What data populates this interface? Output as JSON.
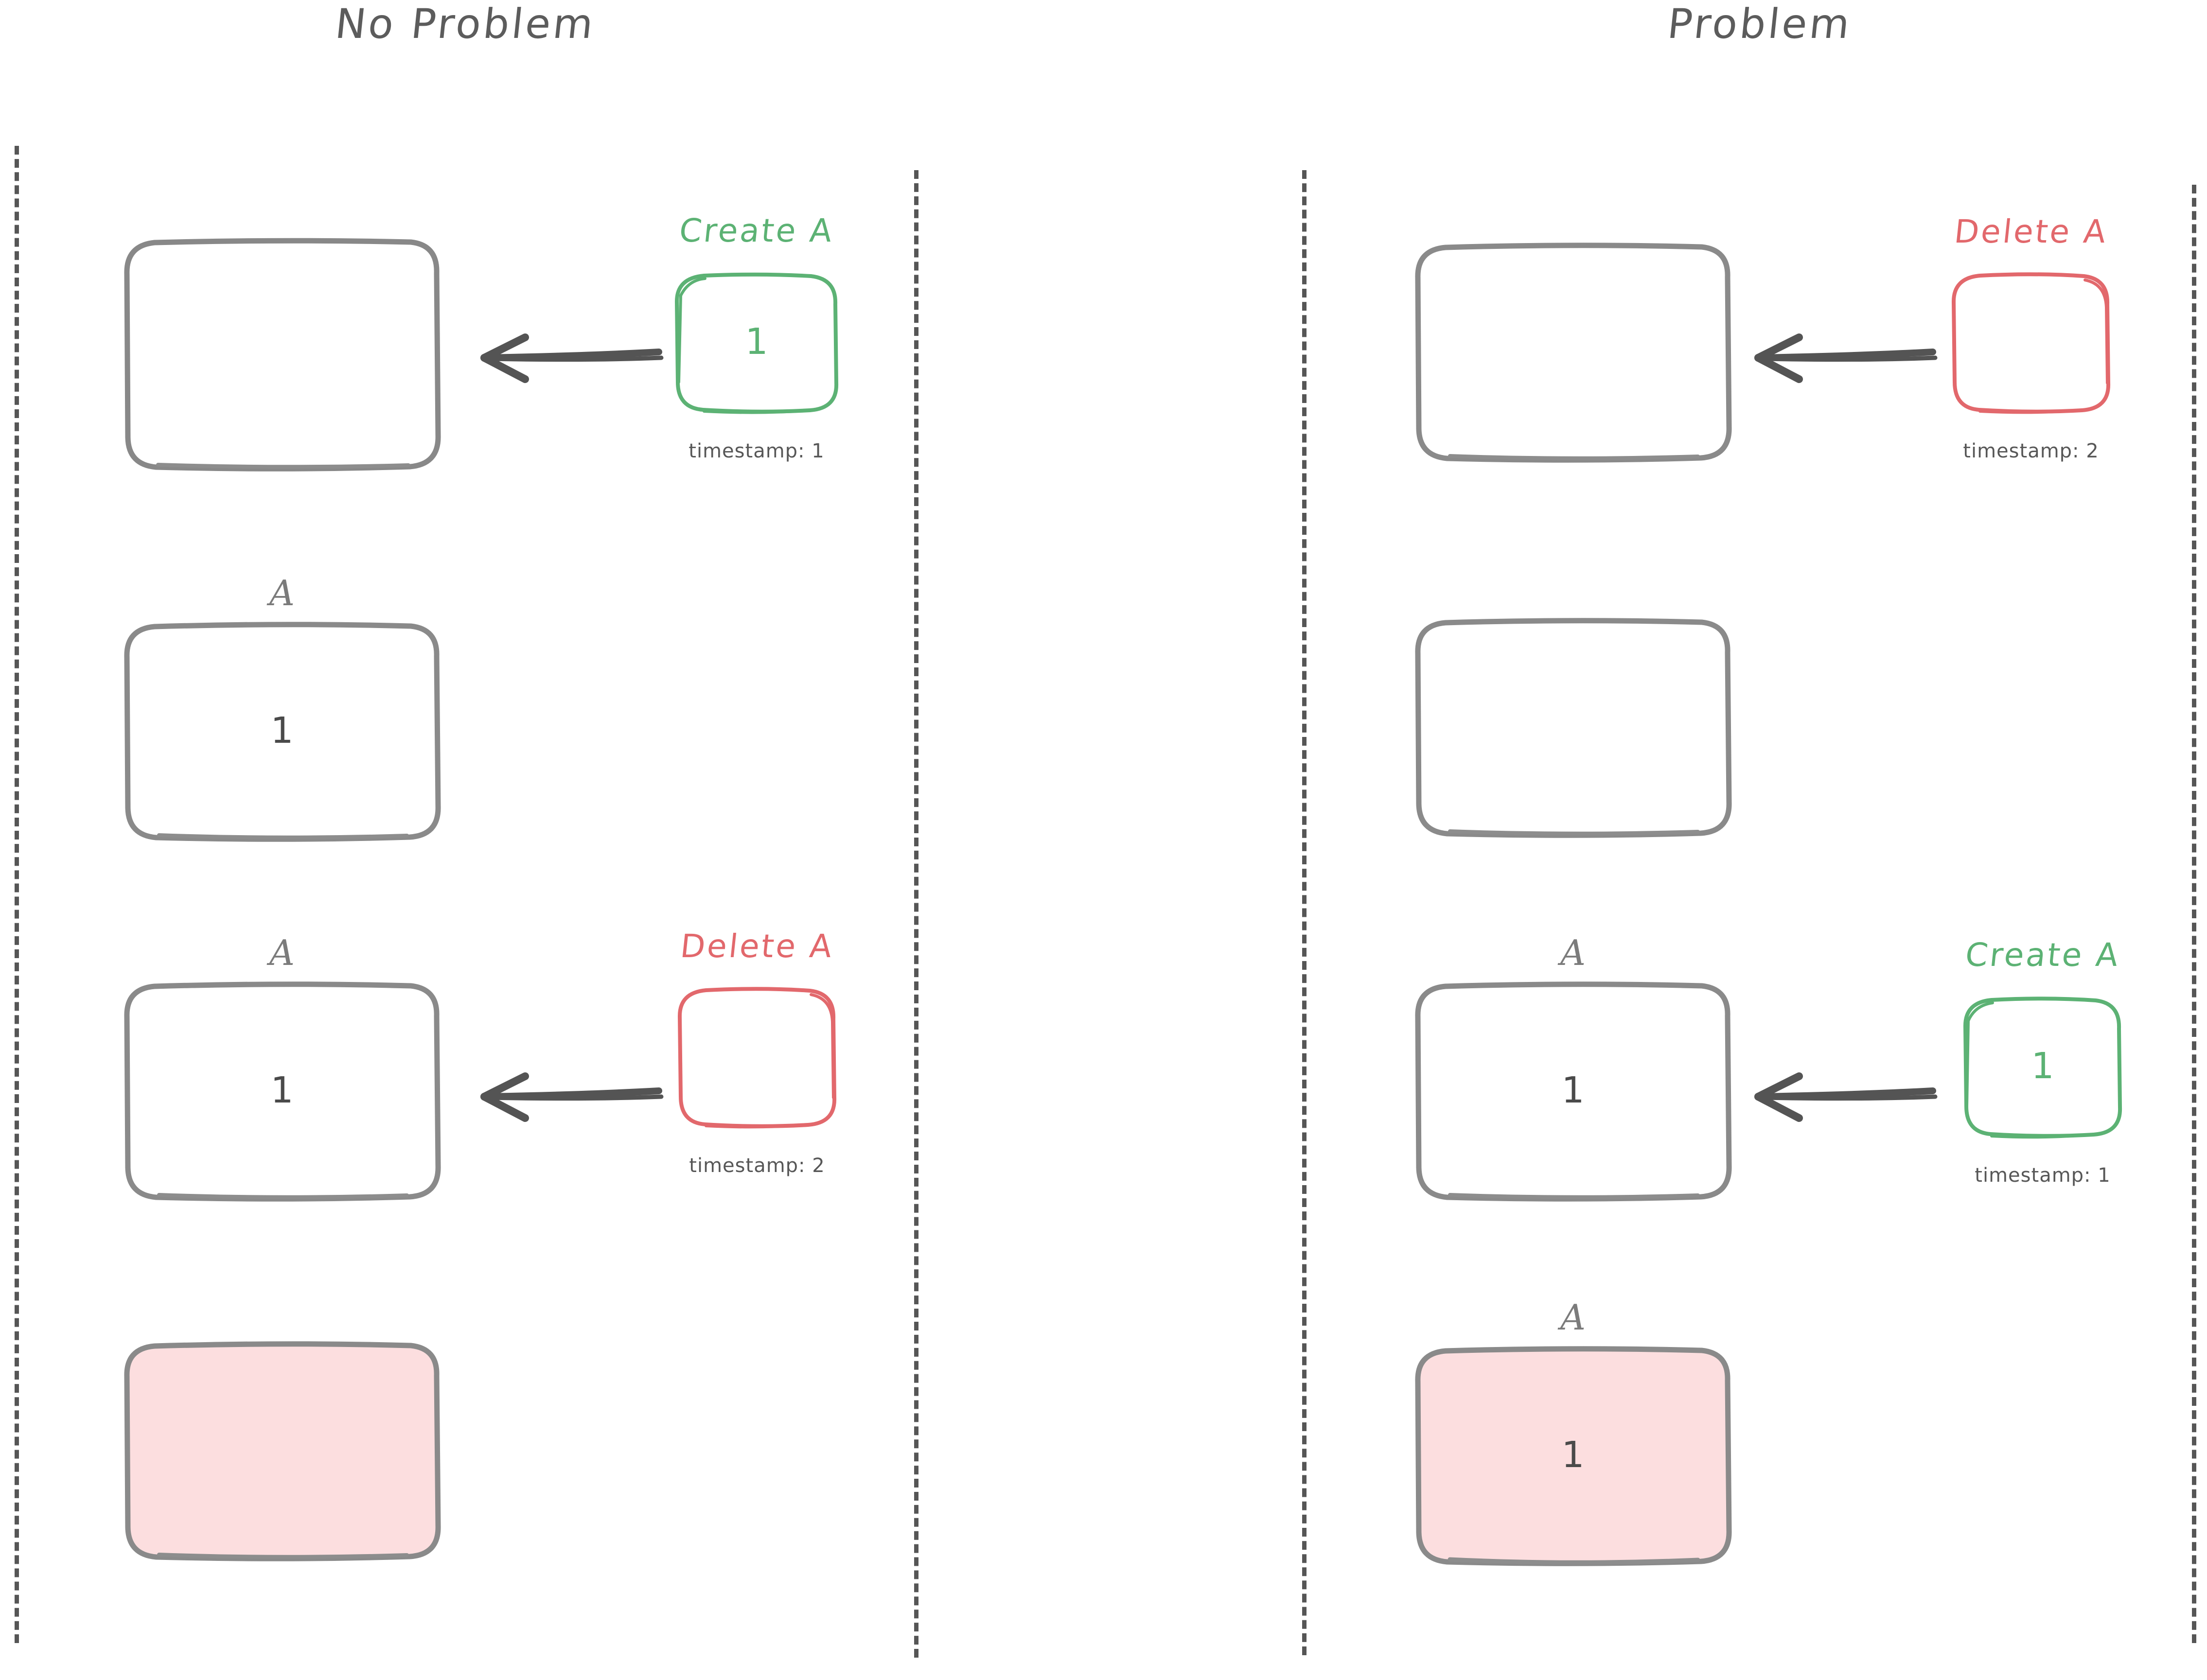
{
  "diagram": {
    "type": "sequence-comparison",
    "background": "#ffffff",
    "colors": {
      "stroke_gray": "#858585",
      "text_gray": "#5c5c5c",
      "label_gray": "#7b7b7b",
      "green": "#5cb274",
      "red": "#e2686c",
      "pink_fill": "#fcdedf",
      "dash_gray": "#565656"
    }
  },
  "panels": [
    {
      "id": "no-problem",
      "title": "No Problem",
      "rows": [
        {
          "id": "np-row-1",
          "state_box": {
            "label": "",
            "value": "",
            "fill": "none"
          },
          "arrow": true,
          "op": {
            "title": "Create A",
            "kind": "create",
            "value": "1",
            "caption": "timestamp: 1"
          }
        },
        {
          "id": "np-row-2",
          "state_box": {
            "label": "A",
            "value": "1",
            "fill": "none"
          },
          "arrow": false,
          "op": null
        },
        {
          "id": "np-row-3",
          "state_box": {
            "label": "A",
            "value": "1",
            "fill": "none"
          },
          "arrow": true,
          "op": {
            "title": "Delete A",
            "kind": "delete",
            "value": "",
            "caption": "timestamp: 2"
          }
        },
        {
          "id": "np-row-4",
          "state_box": {
            "label": "",
            "value": "",
            "fill": "pink"
          },
          "arrow": false,
          "op": null
        }
      ]
    },
    {
      "id": "problem",
      "title": "Problem",
      "rows": [
        {
          "id": "p-row-1",
          "state_box": {
            "label": "",
            "value": "",
            "fill": "none"
          },
          "arrow": true,
          "op": {
            "title": "Delete A",
            "kind": "delete",
            "value": "",
            "caption": "timestamp: 2"
          }
        },
        {
          "id": "p-row-2",
          "state_box": {
            "label": "",
            "value": "",
            "fill": "none"
          },
          "arrow": false,
          "op": null
        },
        {
          "id": "p-row-3",
          "state_box": {
            "label": "A",
            "value": "1",
            "fill": "none"
          },
          "arrow": true,
          "op": {
            "title": "Create A",
            "kind": "create",
            "value": "1",
            "caption": "timestamp: 1"
          }
        },
        {
          "id": "p-row-4",
          "state_box": {
            "label": "A",
            "value": "1",
            "fill": "pink"
          },
          "arrow": false,
          "op": null
        }
      ]
    }
  ],
  "labels": {
    "title_left": "No Problem",
    "title_right": "Problem",
    "entity_a": "A",
    "value_one": "1",
    "create_a": "Create A",
    "delete_a": "Delete A",
    "timestamp_1": "timestamp: 1",
    "timestamp_2": "timestamp: 2"
  }
}
